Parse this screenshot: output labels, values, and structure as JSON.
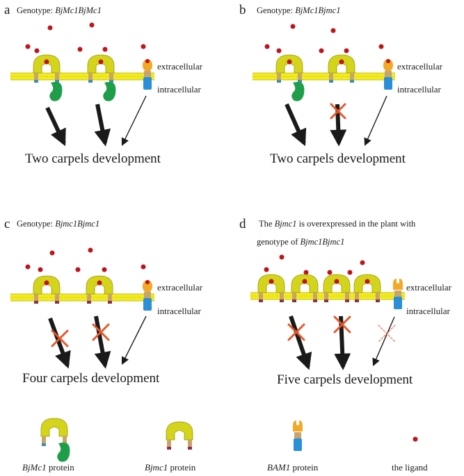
{
  "panels": {
    "a": {
      "letter": "a",
      "genotype_prefix": "Genotype: ",
      "genotype": "BjMc1BjMc1",
      "extracellular": "extracellular",
      "intracellular": "intracellular",
      "result": "Two carpels development"
    },
    "b": {
      "letter": "b",
      "genotype_prefix": "Genotype: ",
      "genotype": "BjMc1Bjmc1",
      "extracellular": "extracellular",
      "intracellular": "intracellular",
      "result": "Two carpels development"
    },
    "c": {
      "letter": "c",
      "genotype_prefix": "Genotype: ",
      "genotype": "Bjmc1Bjmc1",
      "extracellular": "extracellular",
      "intracellular": "intracellular",
      "result": "Four carpels development"
    },
    "d": {
      "letter": "d",
      "line1_prefix": "The ",
      "line1_gene": "Bjmc1",
      "line1_suffix": " is overexpressed in the plant with",
      "line2_prefix": "genotype of ",
      "line2_genotype": "Bjmc1Bjmc1",
      "extracellular": "extracellular",
      "intracellular": "intracellular",
      "result": "Five carpels development"
    }
  },
  "legend": {
    "bjmc1_upper_gene": "BjMc1",
    "bjmc1_upper_suffix": " protein",
    "bjmc1_lower_gene": "Bjmc1",
    "bjmc1_lower_suffix": " protein",
    "bam1_gene": "BAM1",
    "bam1_suffix": " protein",
    "ligand": "the ligand"
  },
  "colors": {
    "membrane": "#f2ec1e",
    "receptor": "#d4d41a",
    "ligand": "#c0141c",
    "bjmc1_intracellular": "#1f9e4a",
    "bam1_extracellular": "#f3a928",
    "bam1_intracellular": "#2a8fd8",
    "block_mark": "#e8562a",
    "arrow": "#1a1a1a"
  }
}
